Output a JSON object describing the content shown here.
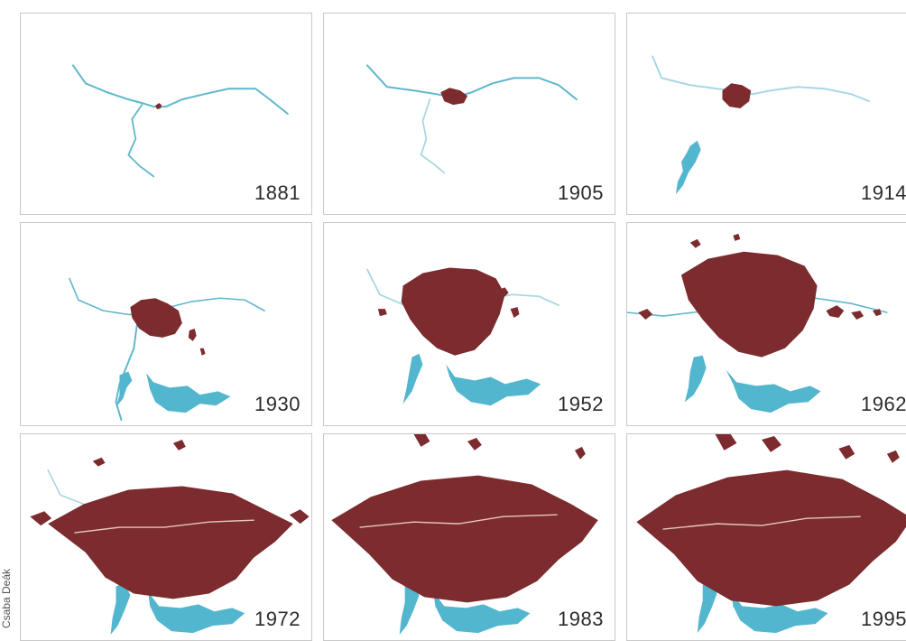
{
  "panels": [
    {
      "id": "p1881",
      "year": "1881",
      "stage": 0
    },
    {
      "id": "p1905",
      "year": "1905",
      "stage": 1
    },
    {
      "id": "p1914",
      "year": "1914",
      "stage": 2
    },
    {
      "id": "p1930",
      "year": "1930",
      "stage": 3
    },
    {
      "id": "p1952",
      "year": "1952",
      "stage": 4
    },
    {
      "id": "p1962",
      "year": "1962",
      "stage": 5
    },
    {
      "id": "p1972",
      "year": "1972",
      "stage": 6
    },
    {
      "id": "p1983",
      "year": "1983",
      "stage": 7
    },
    {
      "id": "p1995",
      "year": "1995",
      "stage": 8
    }
  ],
  "credit": "Csaba Deák",
  "colors": {
    "urban": "#7c2b2e",
    "water": "#53b6cf",
    "river_faint": "#a8d7e2",
    "border": "#c9c9c9"
  }
}
